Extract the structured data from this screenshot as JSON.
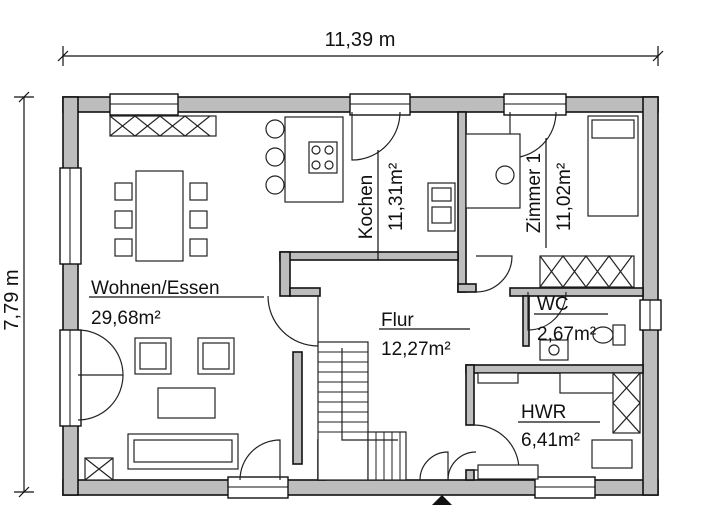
{
  "plan": {
    "width_dim": "11,39 m",
    "height_dim": "7,79 m",
    "rooms": {
      "wohnen": {
        "name": "Wohnen/Essen",
        "area": "29,68m²"
      },
      "kochen": {
        "name": "Kochen",
        "area": "11,31m²"
      },
      "zimmer": {
        "name": "Zimmer 1",
        "area": "11,02m²"
      },
      "flur": {
        "name": "Flur",
        "area": "12,27m²"
      },
      "wc": {
        "name": "WC",
        "area": "2,67m²"
      },
      "hwr": {
        "name": "HWR",
        "area": "6,41m²"
      }
    }
  },
  "colors": {
    "wall_fill": "#bdbdbd",
    "line": "#111111"
  }
}
